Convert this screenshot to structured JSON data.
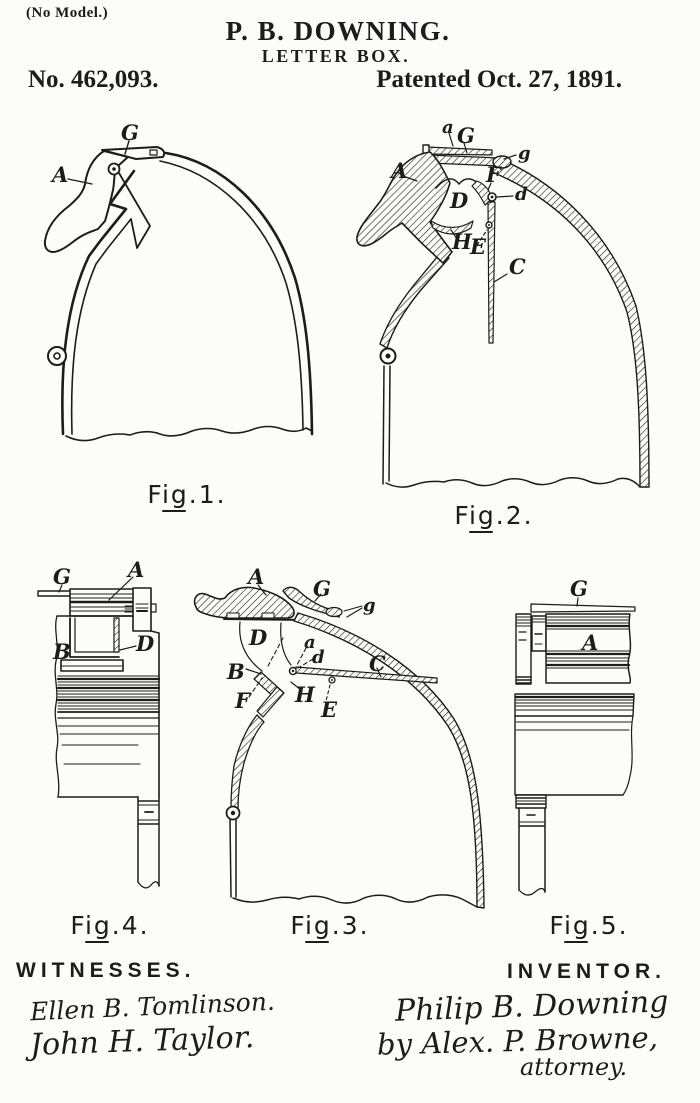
{
  "page": {
    "model_note": "(No Model.)",
    "author": "P. B. DOWNING.",
    "title": "LETTER BOX.",
    "patent_number": "No. 462,093.",
    "patent_date": "Patented Oct. 27, 1891."
  },
  "colors": {
    "ink": "#1c1c1c",
    "paper": "#fcfcfa"
  },
  "figures": [
    {
      "caption": "Fig.1.",
      "labels": [
        "G",
        "A"
      ]
    },
    {
      "caption": "Fig.2.",
      "labels": [
        "a",
        "G",
        "g",
        "A",
        "F",
        "d",
        "D",
        "H",
        "E",
        "C"
      ]
    },
    {
      "caption": "Fig.4.",
      "labels": [
        "G",
        "A",
        "D",
        "B"
      ]
    },
    {
      "caption": "Fig.3.",
      "labels": [
        "A",
        "G",
        "g",
        "D",
        "a",
        "d",
        "B",
        "C",
        "F",
        "H",
        "E"
      ]
    },
    {
      "caption": "Fig.5.",
      "labels": [
        "G",
        "A"
      ]
    }
  ],
  "footer": {
    "witnesses_heading": "WITNESSES.",
    "witness_1": "Ellen B. Tomlinson.",
    "witness_2": "John H. Taylor.",
    "inventor_heading": "INVENTOR.",
    "inventor_signature": "Philip B. Downing",
    "attorney_signature": "by Alex. P. Browne,",
    "attorney_title": "attorney."
  }
}
